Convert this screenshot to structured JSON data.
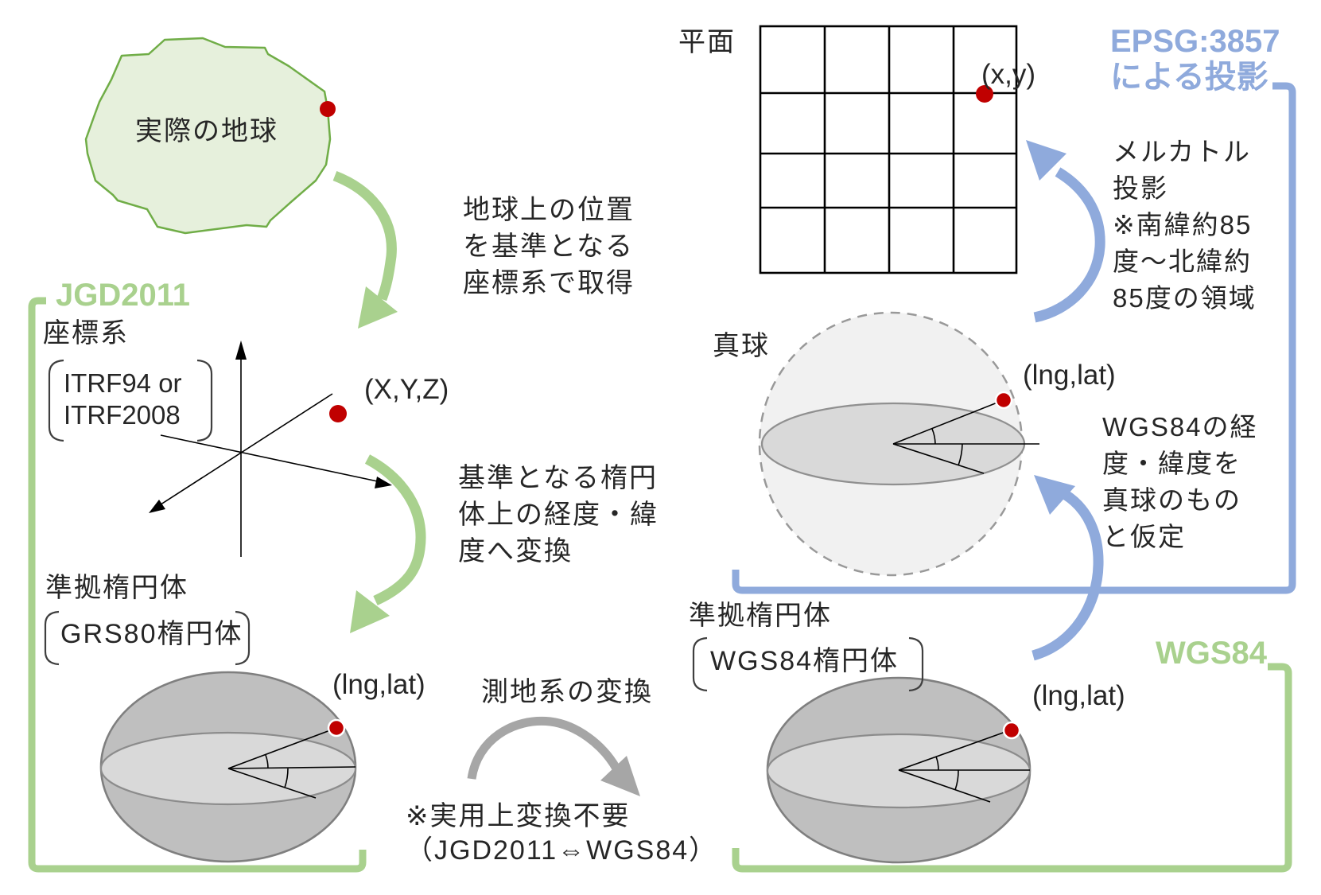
{
  "colors": {
    "green_accent": "#a9d18e",
    "green_outline": "#70ad47",
    "green_fill": "#e6f0dc",
    "blue_accent": "#8faadc",
    "red_dot": "#c00000",
    "gray_arrow": "#a6a6a6",
    "ellipsoid_fill": "#bfbfbf",
    "equator_fill": "#d9d9d9",
    "sphere_fill": "#f1f1f1"
  },
  "left": {
    "earth_label": "実際の地球",
    "jgd_label": "JGD2011",
    "coord_label": "座標系",
    "coord_lines": [
      "ITRF94 or",
      "ITRF2008"
    ],
    "step1_lines": [
      "地球上の位置",
      "を基準となる",
      "座標系で取得"
    ],
    "xyz_label": "(X,Y,Z)",
    "step2_lines": [
      "基準となる楕円",
      "体上の経度・緯",
      "度へ変換"
    ],
    "ellipsoid_label": "準拠楕円体",
    "ellipsoid_name": "GRS80楕円体",
    "lnglat_label": "(lng,lat)"
  },
  "center": {
    "datum_label": "測地系の変換",
    "note_lines": [
      "※実用上変換不要",
      "（JGD2011⇔WGS84）"
    ]
  },
  "right": {
    "plane_label": "平面",
    "xy_label": "(x,y)",
    "epsg_lines": [
      "EPSG:3857",
      "による投影"
    ],
    "mercator_lines": [
      "メルカトル",
      "投影",
      "※南緯約85",
      "度〜北緯約",
      "85度の領域"
    ],
    "sphere_label": "真球",
    "sphere_lnglat": "(lng,lat)",
    "assume_lines": [
      "WGS84の経",
      "度・緯度を",
      "真球のもの",
      "と仮定"
    ],
    "ellipsoid_label": "準拠楕円体",
    "ellipsoid_name": "WGS84楕円体",
    "ellipsoid_lnglat": "(lng,lat)",
    "wgs_label": "WGS84"
  }
}
